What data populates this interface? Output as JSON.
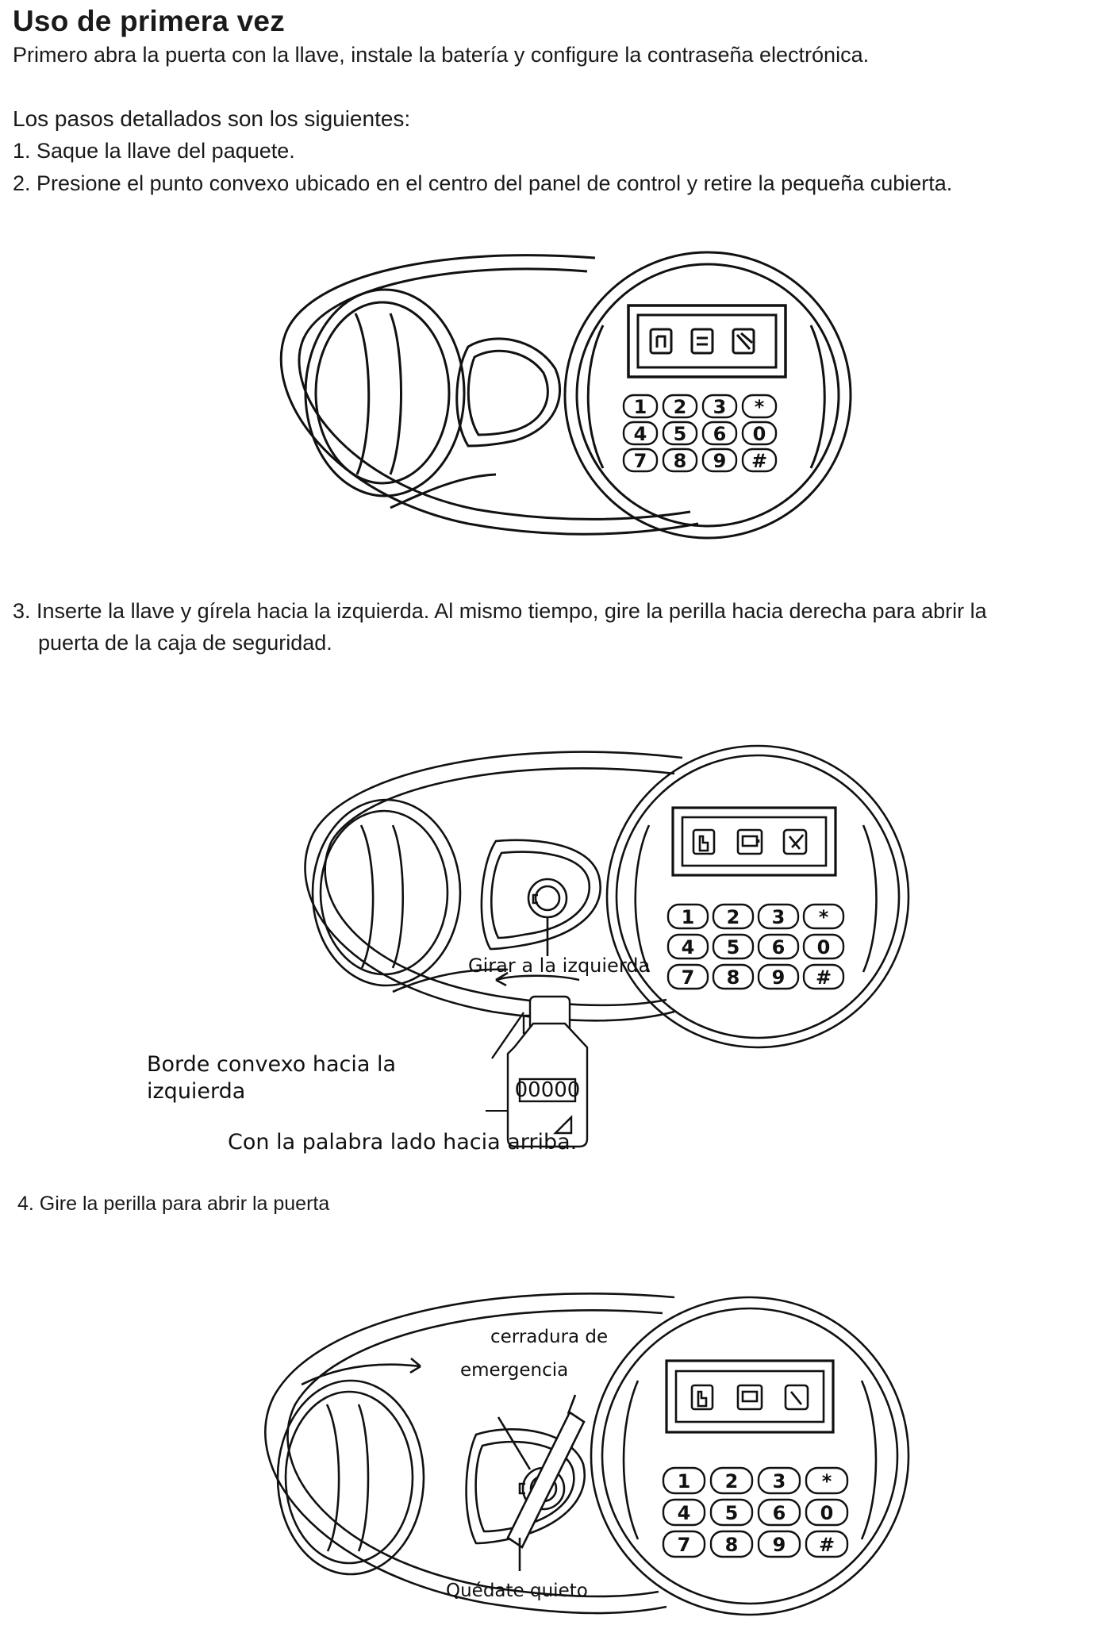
{
  "title": "Uso de primera vez",
  "intro": "Primero abra la puerta con la llave, instale la batería y configure la contraseña electrónica.",
  "steps_heading": "Los pasos detallados son los siguientes:",
  "steps": [
    "1. Saque la llave del paquete.",
    "2. Presione el punto convexo ubicado en el centro del panel de control y retire la pequeña cubierta.",
    "3. Inserte la llave y gírela hacia la izquierda. Al mismo tiempo, gire la perilla hacia derecha para abrir la",
    "puerta de la caja de seguridad.",
    "4. Gire la perilla para abrir la puerta"
  ],
  "keypad": {
    "rows": [
      [
        "1",
        "2",
        "3",
        "*"
      ],
      [
        "4",
        "5",
        "6",
        "0"
      ],
      [
        "7",
        "8",
        "9",
        "#"
      ]
    ]
  },
  "figure2": {
    "label_turn_left": "Girar a la izquierda",
    "label_convex_edge_line1": "Borde convexo hacia la",
    "label_convex_edge_line2": "izquierda",
    "key_code": "00000",
    "label_word_up": "Con la palabra lado hacia arriba."
  },
  "figure3": {
    "label_emergency_line1": "cerradura de",
    "label_emergency_line2": "emergencia",
    "label_stay_still": "Quédate quieto"
  },
  "display_icons": [
    "hand-icon",
    "battery-icon",
    "lock-icon"
  ]
}
